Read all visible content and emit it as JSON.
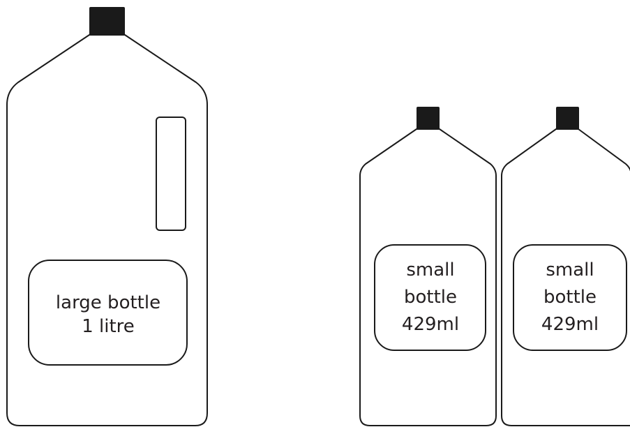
{
  "large_bottle": {
    "label_line1": "large bottle",
    "label_line2": "1 litre"
  },
  "small_bottles": [
    {
      "label_line1": "small",
      "label_line2": "bottle",
      "label_line3": "429ml"
    },
    {
      "label_line1": "small",
      "label_line2": "bottle",
      "label_line3": "429ml"
    }
  ],
  "colors": {
    "outline": "#1a1a1a",
    "cap": "#1a1a1a",
    "text": "#231f20",
    "background": "#ffffff"
  }
}
